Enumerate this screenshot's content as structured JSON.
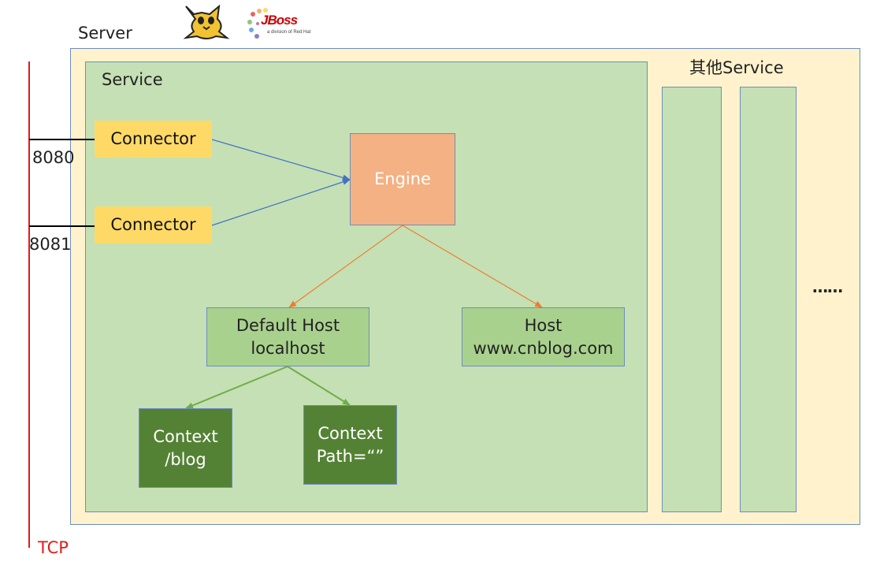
{
  "server": {
    "label": "Server"
  },
  "service": {
    "label": "Service"
  },
  "other_service": {
    "label": "其他Service",
    "ellipsis": "……"
  },
  "connectors": [
    {
      "label": "Connector",
      "port": "8080"
    },
    {
      "label": "Connector",
      "port": "8081"
    }
  ],
  "engine": {
    "label": "Engine"
  },
  "default_host": {
    "line1": "Default Host",
    "line2": "localhost"
  },
  "host": {
    "line1": "Host",
    "line2": "www.cnblog.com"
  },
  "contexts": [
    {
      "line1": "Context",
      "line2": "/blog"
    },
    {
      "line1": "Context",
      "line2": "Path=“”"
    }
  ],
  "tcp": {
    "label": "TCP"
  },
  "logos": {
    "tomcat": "tomcat-logo",
    "jboss": {
      "name": "JBoss",
      "tagline": "a division of Red Hat"
    }
  },
  "colors": {
    "tcp_line": "#e31a1c",
    "connector_arrow": "#4472c4",
    "engine_arrow": "#ed7d31",
    "host_arrow": "#70ad47"
  }
}
